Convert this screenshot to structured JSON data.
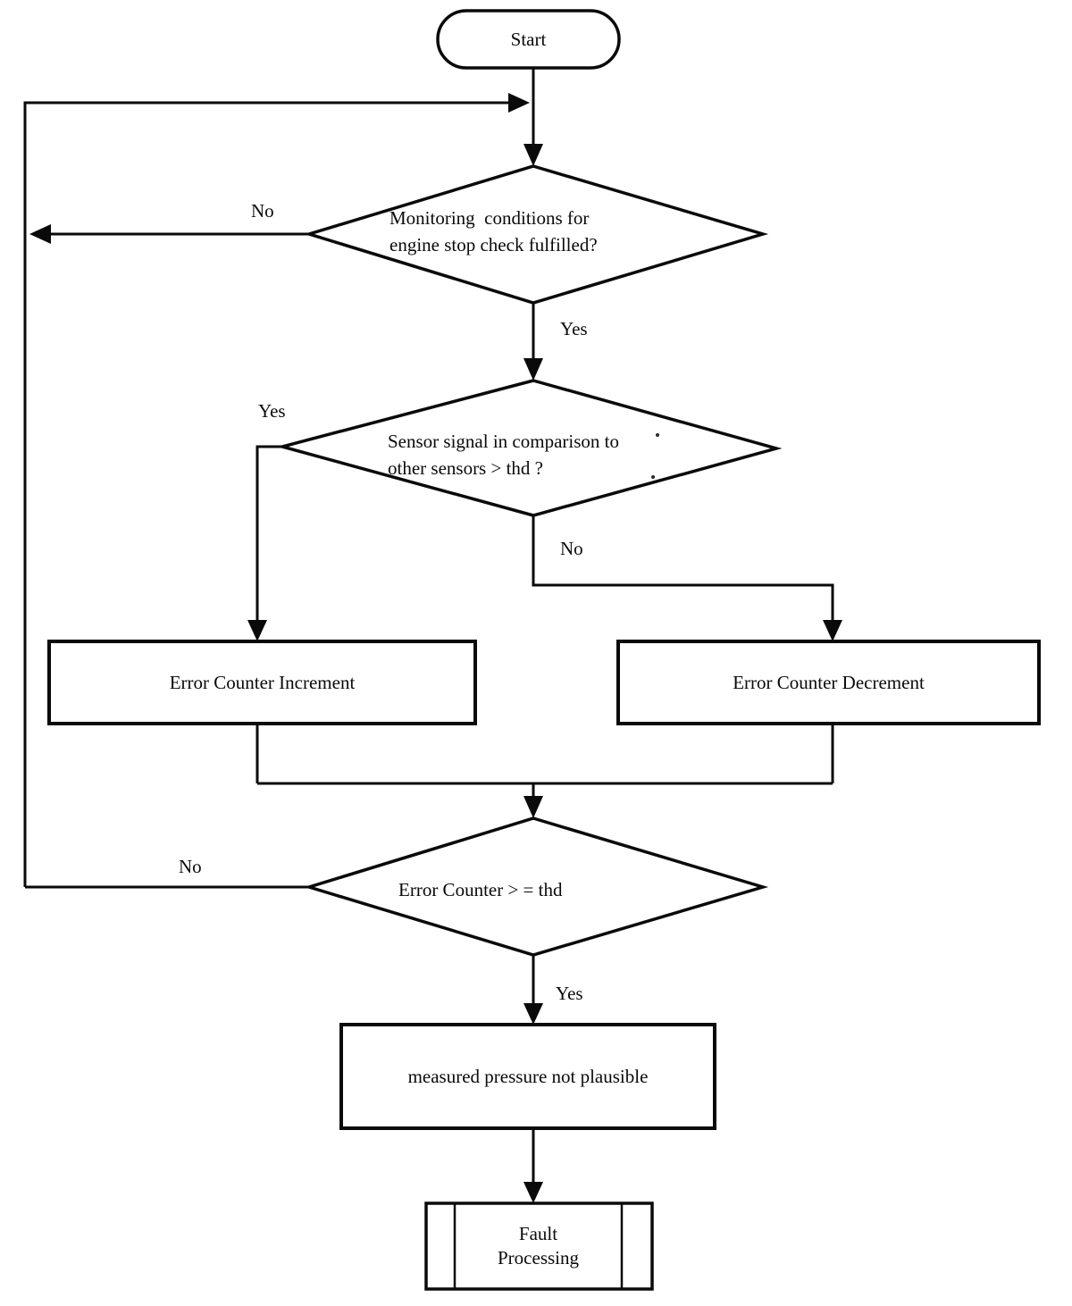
{
  "nodes": {
    "start": {
      "label": "Start"
    },
    "decision_monitoring": {
      "line1": "Monitoring  conditions for",
      "line2": "engine stop check fulfilled?"
    },
    "decision_sensor": {
      "line1": "Sensor signal in comparison to",
      "line2": "other sensors > thd ?"
    },
    "process_increment": {
      "label": "Error Counter Increment"
    },
    "process_decrement": {
      "label": "Error Counter Decrement"
    },
    "decision_counter": {
      "label": "Error Counter > = thd"
    },
    "process_not_plausible": {
      "label": "measured pressure not plausible"
    },
    "fault_processing": {
      "line1": "Fault",
      "line2": "Processing"
    }
  },
  "edge_labels": {
    "monitoring_no": "No",
    "monitoring_yes": "Yes",
    "sensor_yes": "Yes",
    "sensor_no": "No",
    "counter_no": "No",
    "counter_yes": "Yes"
  },
  "colors": {
    "line": "#0a0a0a",
    "text": "#0a0a0a",
    "background": "#ffffff"
  }
}
